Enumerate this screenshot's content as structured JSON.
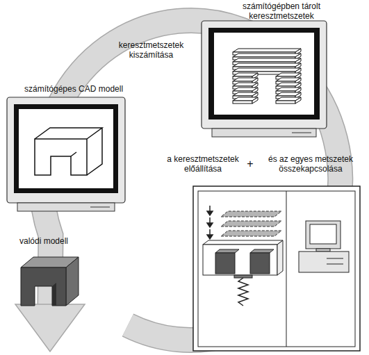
{
  "diagram": {
    "labels": [
      "számítógépben tárolt keresztmetszetek",
      "keresztmetszetek kiszámítása",
      "számítógépes CAD modell",
      "a keresztmetszetek előállítása",
      "+",
      "és az egyes metszetek összekapcsolása",
      "valódi modell"
    ]
  }
}
